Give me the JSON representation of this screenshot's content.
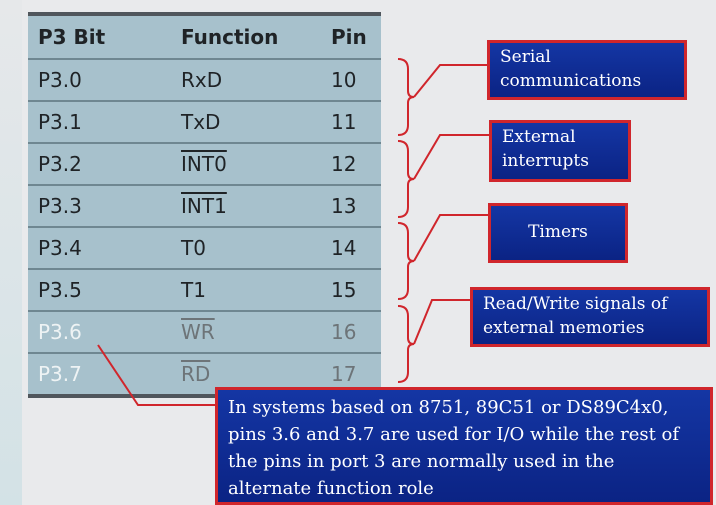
{
  "table": {
    "headers": [
      "P3 Bit",
      "Function",
      "Pin"
    ],
    "rows": [
      {
        "bit": "P3.0",
        "function": "RxD",
        "pin": "10",
        "overline": false
      },
      {
        "bit": "P3.1",
        "function": "TxD",
        "pin": "11",
        "overline": false
      },
      {
        "bit": "P3.2",
        "function": "INT0",
        "pin": "12",
        "overline": true
      },
      {
        "bit": "P3.3",
        "function": "INT1",
        "pin": "13",
        "overline": true
      },
      {
        "bit": "P3.4",
        "function": "T0",
        "pin": "14",
        "overline": false
      },
      {
        "bit": "P3.5",
        "function": "T1",
        "pin": "15",
        "overline": false
      },
      {
        "bit": "P3.6",
        "function": "WR",
        "pin": "16",
        "overline": true
      },
      {
        "bit": "P3.7",
        "function": "RD",
        "pin": "17",
        "overline": true
      }
    ]
  },
  "callouts": {
    "serial": "Serial communications",
    "interrupts": "External interrupts",
    "timers": "Timers",
    "readwrite": "Read/Write signals of external memories",
    "note": "In systems based on 8751, 89C51 or DS89C4x0, pins 3.6 and 3.7 are used for I/O while the rest of the pins in port 3 are normally used in the alternate function role"
  },
  "colors": {
    "table": "#a7c1cc",
    "box": "#1436a4",
    "border": "#d0262c"
  }
}
